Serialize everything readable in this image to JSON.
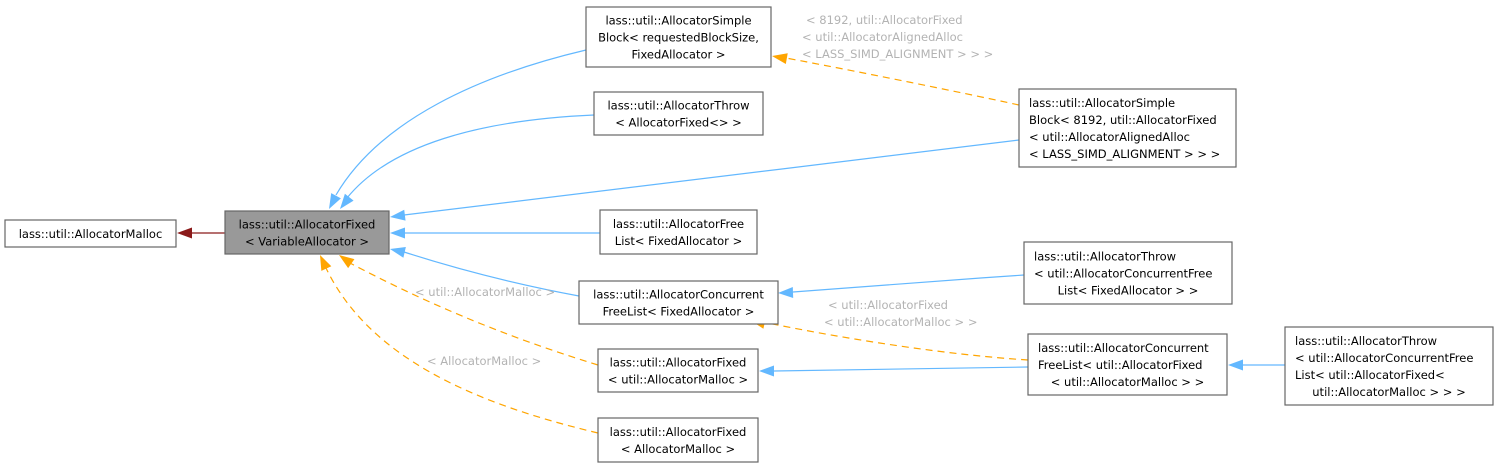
{
  "diagram": {
    "type": "class-inheritance-graph",
    "colors": {
      "focus_node_fill": "#999999",
      "inheritance_edge": "#63b8ff",
      "template_edge": "#ffa500",
      "usage_edge": "#8b1a1a",
      "edge_label": "#b3b3b3"
    },
    "nodes": [
      {
        "id": "malloc",
        "lines": [
          "lass::util::AllocatorMalloc"
        ],
        "focus": false
      },
      {
        "id": "fixed_variable",
        "lines": [
          "lass::util::AllocatorFixed",
          "< VariableAllocator >"
        ],
        "focus": true
      },
      {
        "id": "simpleblock_requested",
        "lines": [
          "lass::util::AllocatorSimple",
          "Block< requestedBlockSize,",
          "FixedAllocator >"
        ],
        "focus": false
      },
      {
        "id": "throw_fixed",
        "lines": [
          "lass::util::AllocatorThrow",
          "< AllocatorFixed<> >"
        ],
        "focus": false
      },
      {
        "id": "simpleblock_8192",
        "lines": [
          "lass::util::AllocatorSimple",
          "Block< 8192, util::AllocatorFixed",
          "< util::AllocatorAlignedAlloc",
          "< LASS_SIMD_ALIGNMENT > > >"
        ],
        "focus": false
      },
      {
        "id": "freelist_fixed",
        "lines": [
          "lass::util::AllocatorFree",
          "List< FixedAllocator >"
        ],
        "focus": false
      },
      {
        "id": "concurrent_fixed",
        "lines": [
          "lass::util::AllocatorConcurrent",
          "FreeList< FixedAllocator >"
        ],
        "focus": false
      },
      {
        "id": "throw_concurrent",
        "lines": [
          "lass::util::AllocatorThrow",
          "< util::AllocatorConcurrentFree",
          "List< FixedAllocator > >"
        ],
        "focus": false
      },
      {
        "id": "fixed_util_malloc",
        "lines": [
          "lass::util::AllocatorFixed",
          "< util::AllocatorMalloc >"
        ],
        "focus": false
      },
      {
        "id": "concurrent_util_fixed",
        "lines": [
          "lass::util::AllocatorConcurrent",
          "FreeList< util::AllocatorFixed",
          "< util::AllocatorMalloc > >"
        ],
        "focus": false
      },
      {
        "id": "throw_concurrent_fixed",
        "lines": [
          "lass::util::AllocatorThrow",
          "< util::AllocatorConcurrentFree",
          "List< util::AllocatorFixed<",
          "util::AllocatorMalloc > > >"
        ],
        "focus": false
      },
      {
        "id": "fixed_malloc",
        "lines": [
          "lass::util::AllocatorFixed",
          "< AllocatorMalloc >"
        ],
        "focus": false
      }
    ],
    "edges": [
      {
        "from": "fixed_variable",
        "to": "malloc",
        "kind": "usage"
      },
      {
        "from": "simpleblock_requested",
        "to": "fixed_variable",
        "kind": "inheritance"
      },
      {
        "from": "throw_fixed",
        "to": "fixed_variable",
        "kind": "inheritance"
      },
      {
        "from": "simpleblock_8192",
        "to": "fixed_variable",
        "kind": "inheritance"
      },
      {
        "from": "freelist_fixed",
        "to": "fixed_variable",
        "kind": "inheritance"
      },
      {
        "from": "concurrent_fixed",
        "to": "fixed_variable",
        "kind": "inheritance"
      },
      {
        "from": "fixed_util_malloc",
        "to": "fixed_variable",
        "kind": "template",
        "label": [
          "< util::AllocatorMalloc >"
        ]
      },
      {
        "from": "fixed_malloc",
        "to": "fixed_variable",
        "kind": "template",
        "label": [
          "< AllocatorMalloc >"
        ]
      },
      {
        "from": "simpleblock_8192",
        "to": "simpleblock_requested",
        "kind": "template",
        "label": [
          "< 8192, util::AllocatorFixed",
          "< util::AllocatorAlignedAlloc",
          "< LASS_SIMD_ALIGNMENT > > >"
        ]
      },
      {
        "from": "throw_concurrent",
        "to": "concurrent_fixed",
        "kind": "inheritance"
      },
      {
        "from": "concurrent_util_fixed",
        "to": "concurrent_fixed",
        "kind": "template",
        "label": [
          "< util::AllocatorFixed",
          "< util::AllocatorMalloc > >"
        ]
      },
      {
        "from": "concurrent_util_fixed",
        "to": "fixed_util_malloc",
        "kind": "inheritance"
      },
      {
        "from": "throw_concurrent_fixed",
        "to": "concurrent_util_fixed",
        "kind": "inheritance"
      }
    ]
  }
}
